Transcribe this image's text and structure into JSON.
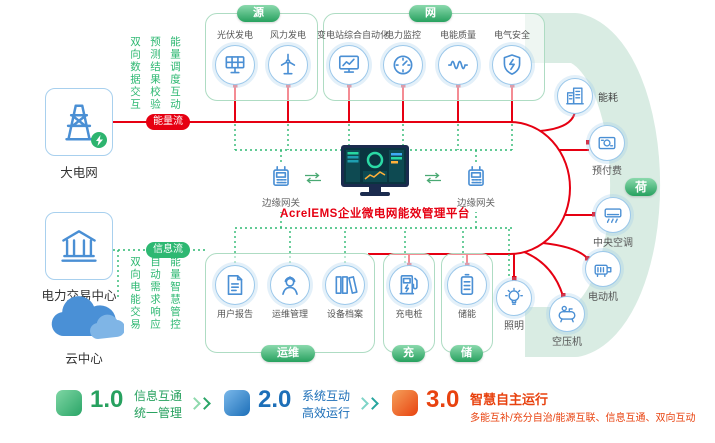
{
  "colors": {
    "energy_flow": "#e60012",
    "info_flow": "#2eb872",
    "accent_green": "#27a15f",
    "accent_blue": "#4a8fd4",
    "band": "#d9ece3"
  },
  "left_panel": {
    "entities": [
      {
        "label": "大电网",
        "icon": "transmission-tower-icon"
      },
      {
        "label": "电力交易中心",
        "icon": "exchange-building-icon"
      },
      {
        "label": "云中心",
        "icon": "cloud-icon"
      }
    ],
    "top_notes": [
      "双向数据交互",
      "预测结果校验",
      "能量调度互动"
    ],
    "bottom_notes": [
      "双向电能交易",
      "自动需求响应",
      "能量智慧管控"
    ],
    "energy_flow_label": "能量流",
    "info_flow_label": "信息流"
  },
  "groups": {
    "source": {
      "title": "源",
      "items": [
        {
          "label": "光伏发电",
          "icon": "solar-panel-icon"
        },
        {
          "label": "风力发电",
          "icon": "wind-turbine-icon"
        }
      ]
    },
    "grid": {
      "title": "网",
      "items": [
        {
          "label": "变电站综合自动化",
          "icon": "substation-monitor-icon"
        },
        {
          "label": "电力监控",
          "icon": "gauge-icon"
        },
        {
          "label": "电能质量",
          "icon": "waveform-icon"
        },
        {
          "label": "电气安全",
          "icon": "shield-icon"
        }
      ]
    },
    "om": {
      "title": "运维",
      "items": [
        {
          "label": "用户报告",
          "icon": "report-icon"
        },
        {
          "label": "运维管理",
          "icon": "worker-icon"
        },
        {
          "label": "设备档案",
          "icon": "books-icon"
        }
      ]
    },
    "charge": {
      "title": "充",
      "items": [
        {
          "label": "充电桩",
          "icon": "charging-pile-icon"
        }
      ]
    },
    "storage": {
      "title": "储",
      "items": [
        {
          "label": "储能",
          "icon": "battery-icon"
        }
      ]
    },
    "load": {
      "title": "荷",
      "items": [
        {
          "label": "能耗",
          "icon": "building-icon"
        },
        {
          "label": "预付费",
          "icon": "prepaid-card-icon"
        },
        {
          "label": "中央空调",
          "icon": "air-conditioner-icon"
        },
        {
          "label": "电动机",
          "icon": "motor-icon"
        },
        {
          "label": "空压机",
          "icon": "air-compressor-icon"
        },
        {
          "label": "照明",
          "icon": "light-bulb-icon"
        }
      ]
    }
  },
  "center": {
    "platform_title": "AcrelEMS企业微电网能效管理平台",
    "gateways": [
      "边缘网关",
      "边缘网关"
    ]
  },
  "legend": {
    "items": [
      {
        "version": "1.0",
        "line1": "信息互通",
        "line2": "统一管理",
        "color": "#27a15f"
      },
      {
        "version": "2.0",
        "line1": "系统互动",
        "line2": "高效运行",
        "color": "#1d6fb8"
      },
      {
        "version": "3.0",
        "line1": "智慧自主运行",
        "line2": "多能互补/充分自治/能源互联、信息互通、双向互动",
        "color": "#e8420f"
      }
    ]
  }
}
